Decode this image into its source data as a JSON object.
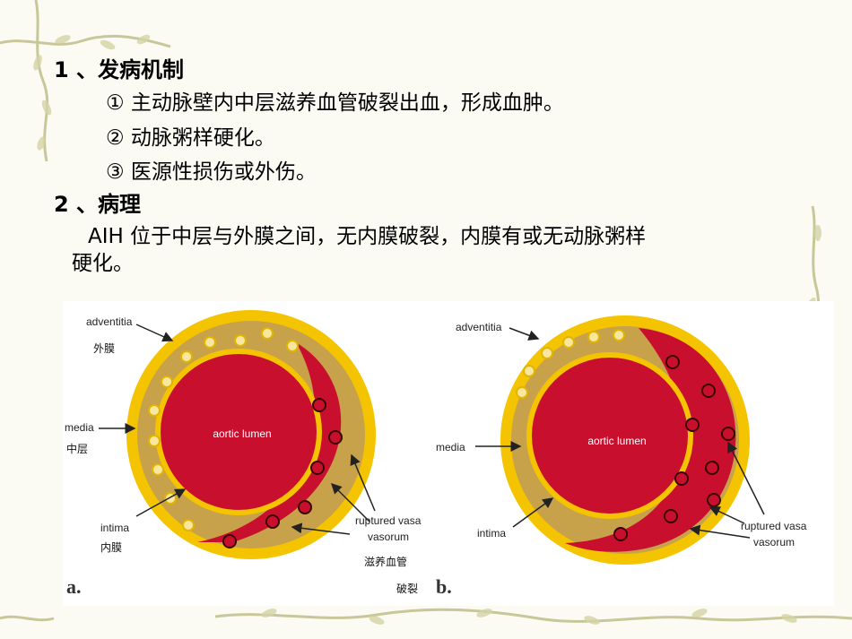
{
  "section1": {
    "heading": "1 、发病机制",
    "items": [
      "① 主动脉壁内中层滋养血管破裂出血，形成血肿。",
      "② 动脉粥样硬化。",
      "③ 医源性损伤或外伤。"
    ]
  },
  "section2": {
    "heading": "2 、病理",
    "line1": "AIH  位于中层与外膜之间，无内膜破裂，内膜有或无动脉粥样",
    "line2": "硬化。"
  },
  "figure_a": {
    "panel": "a.",
    "lumen": "aortic lumen",
    "adventitia": "adventitia",
    "adventitia_cn": "外膜",
    "media": "media",
    "media_cn": "中层",
    "intima": "intima",
    "intima_cn": "内膜",
    "ruptured1": "ruptured vasa",
    "ruptured2": "vasorum",
    "ruptured_cn1": "滋养血管",
    "ruptured_cn2": "破裂"
  },
  "figure_b": {
    "panel": "b.",
    "lumen": "aortic lumen",
    "adventitia": "adventitia",
    "media": "media",
    "intima": "intima",
    "ruptured1": "ruptured vasa",
    "ruptured2": "vasorum"
  },
  "colors": {
    "lumen": "#c8102e",
    "media": "#d4a017",
    "rim": "#f5c400",
    "vine": "#c9c79a"
  }
}
